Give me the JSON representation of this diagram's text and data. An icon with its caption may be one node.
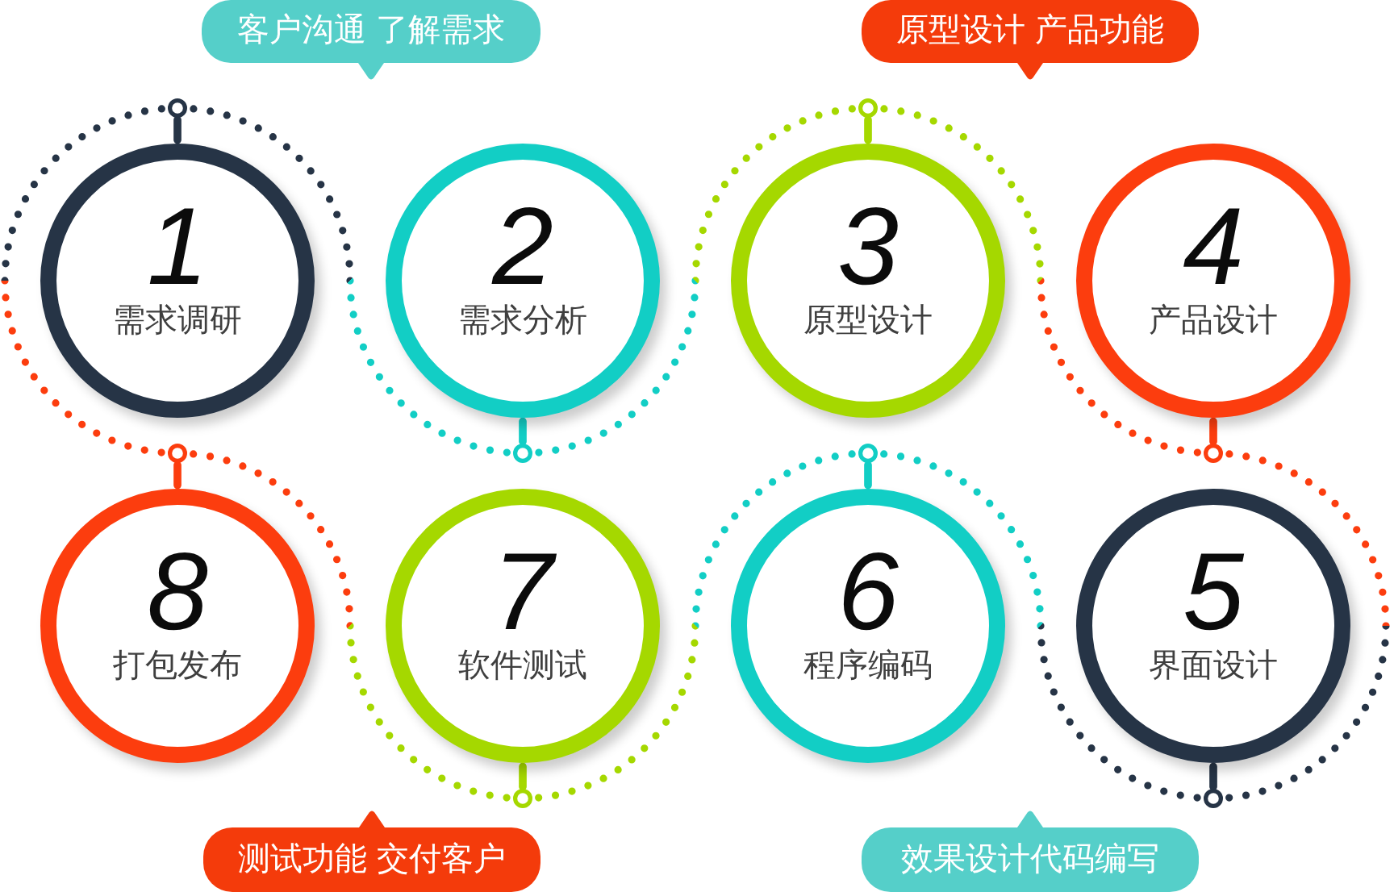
{
  "diagram": {
    "nodes": [
      {
        "text": [
          "客户沟通 了解需求"
        ]
      },
      {
        "text": [
          "原型设计 产品功能"
        ]
      },
      {
        "text": [
          "1",
          "需求调研"
        ]
      },
      {
        "text": [
          "2",
          "需求分析"
        ]
      },
      {
        "text": [
          "3",
          "原型设计"
        ]
      },
      {
        "text": [
          "4",
          "产品设计"
        ]
      },
      {
        "text": [
          "5",
          "界面设计"
        ]
      },
      {
        "text": [
          "6",
          "程序编码"
        ]
      },
      {
        "text": [
          "7",
          "软件测试"
        ]
      },
      {
        "text": [
          "8",
          "打包发布"
        ]
      },
      {
        "text": [
          "测试功能 交付客户"
        ]
      },
      {
        "text": [
          "效果设计代码编写"
        ]
      }
    ],
    "edges": [
      {
        "from": 2,
        "to": 3,
        "arrow": "none"
      },
      {
        "from": 3,
        "to": 4,
        "arrow": "none"
      },
      {
        "from": 4,
        "to": 5,
        "arrow": "none"
      },
      {
        "from": 5,
        "to": 6,
        "arrow": "none"
      },
      {
        "from": 6,
        "to": 7,
        "arrow": "none"
      },
      {
        "from": 7,
        "to": 8,
        "arrow": "none"
      },
      {
        "from": 8,
        "to": 9,
        "arrow": "none"
      },
      {
        "from": 9,
        "to": 2,
        "arrow": "none"
      }
    ]
  }
}
